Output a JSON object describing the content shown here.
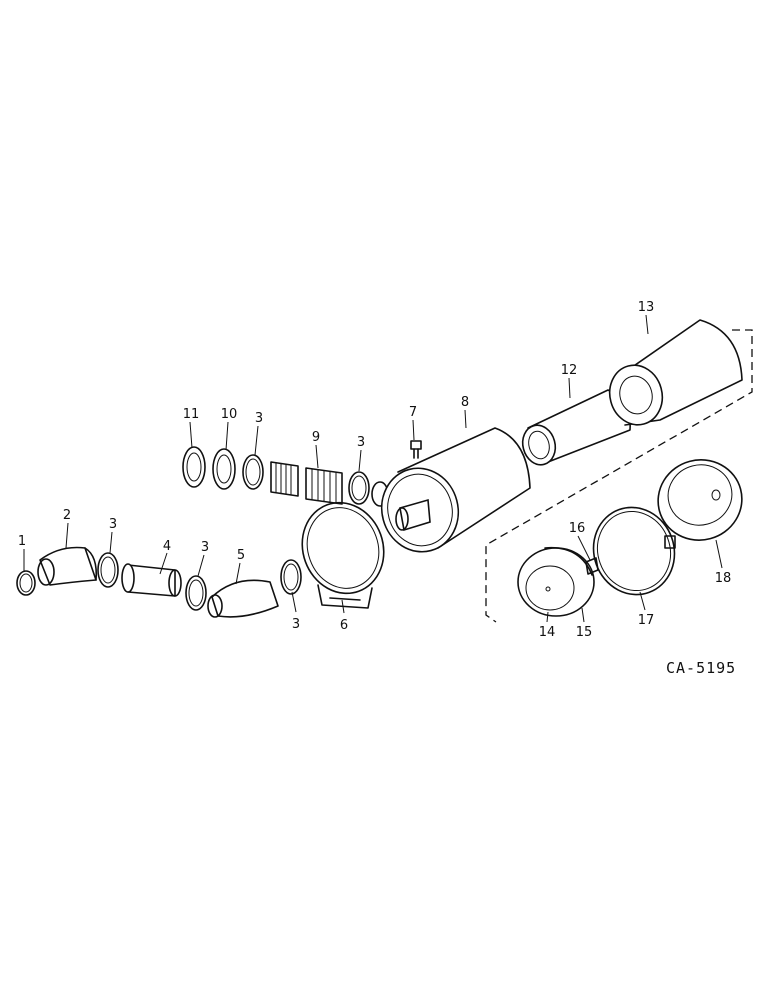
{
  "diagram": {
    "drawing_code": "CA-5195",
    "callouts": [
      {
        "id": "c1",
        "text": "1"
      },
      {
        "id": "c2",
        "text": "2"
      },
      {
        "id": "c3a",
        "text": "3"
      },
      {
        "id": "c4",
        "text": "4"
      },
      {
        "id": "c3b",
        "text": "3"
      },
      {
        "id": "c5",
        "text": "5"
      },
      {
        "id": "c3c",
        "text": "3"
      },
      {
        "id": "c6",
        "text": "6"
      },
      {
        "id": "c11",
        "text": "11"
      },
      {
        "id": "c10",
        "text": "10"
      },
      {
        "id": "c3d",
        "text": "3"
      },
      {
        "id": "c9",
        "text": "9"
      },
      {
        "id": "c3e",
        "text": "3"
      },
      {
        "id": "c7",
        "text": "7"
      },
      {
        "id": "c8",
        "text": "8"
      },
      {
        "id": "c12",
        "text": "12"
      },
      {
        "id": "c13",
        "text": "13"
      },
      {
        "id": "c16",
        "text": "16"
      },
      {
        "id": "c14",
        "text": "14"
      },
      {
        "id": "c15",
        "text": "15"
      },
      {
        "id": "c17",
        "text": "17"
      },
      {
        "id": "c18",
        "text": "18"
      }
    ]
  }
}
